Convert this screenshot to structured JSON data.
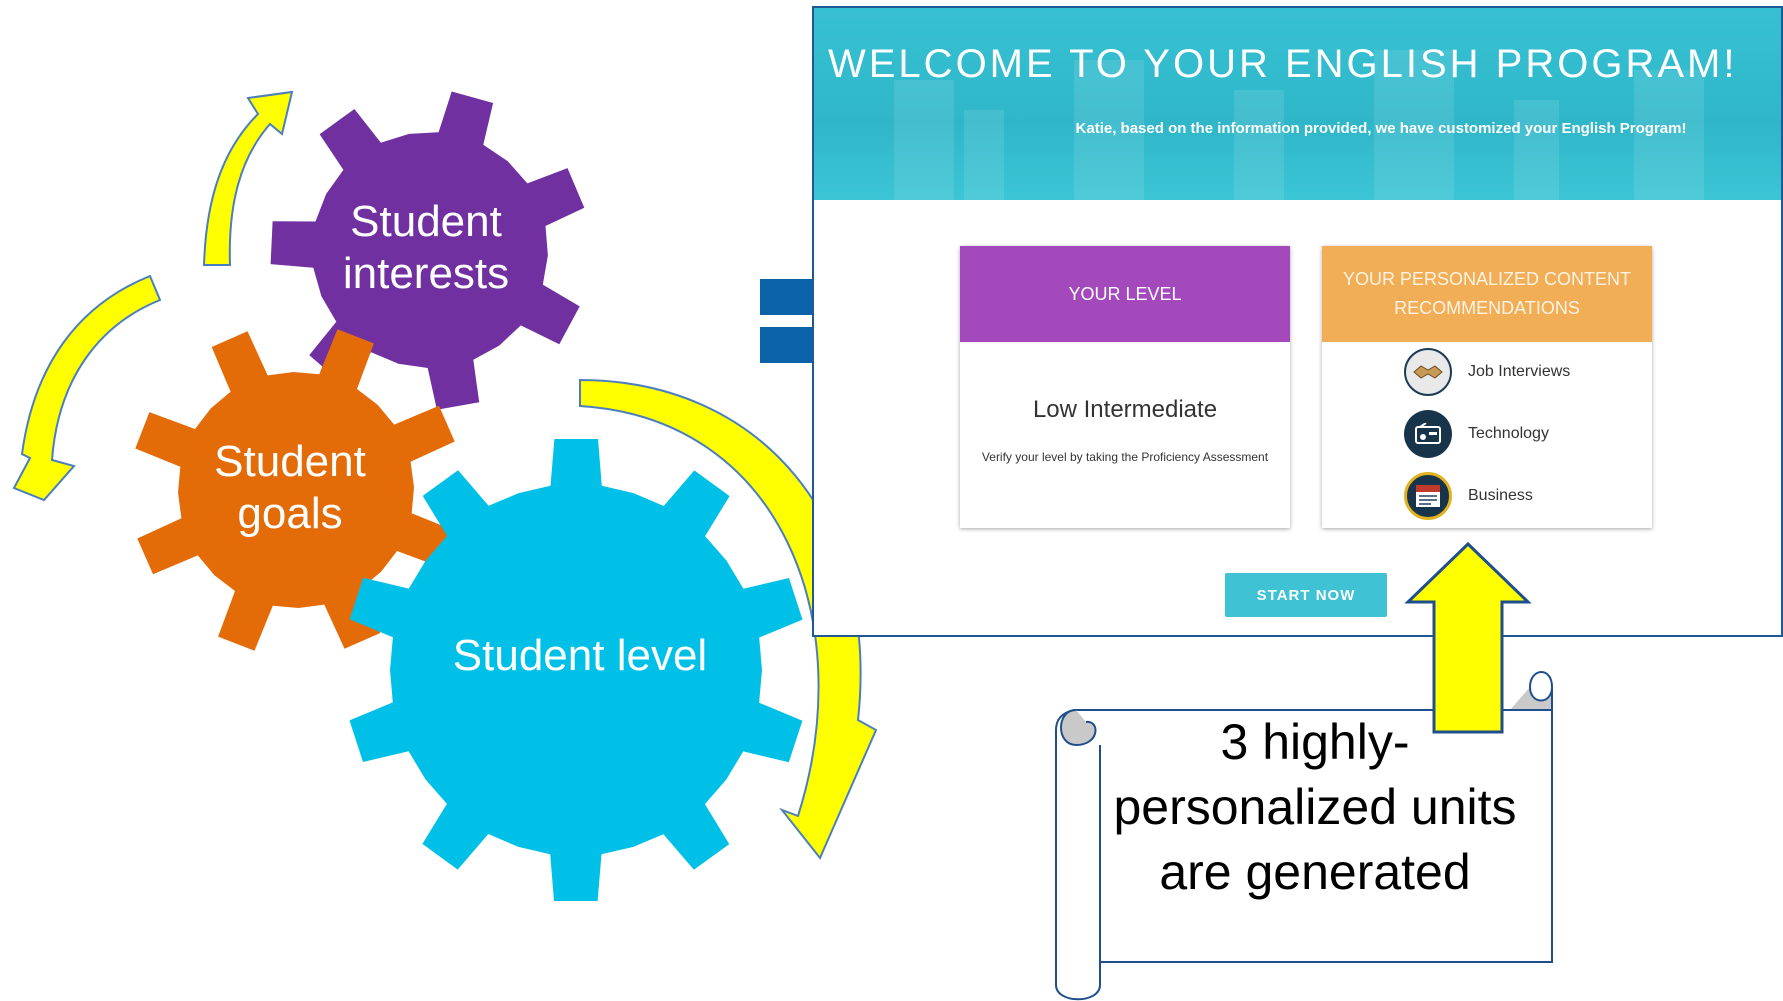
{
  "gears": {
    "interests_label": "Student interests",
    "goals_label": "Student goals",
    "level_label": "Student level"
  },
  "app": {
    "title": "WELCOME TO YOUR ENGLISH PROGRAM!",
    "subtitle": "Katie, based on the information provided, we have customized your English Program!",
    "level_card": {
      "header": "YOUR LEVEL",
      "value": "Low Intermediate",
      "note": "Verify your level by taking the Proficiency Assessment"
    },
    "recs_card": {
      "header": "YOUR PERSONALIZED CONTENT RECOMMENDATIONS",
      "items": [
        {
          "label": "Job Interviews",
          "icon": "handshake-icon"
        },
        {
          "label": "Technology",
          "icon": "radio-device-icon"
        },
        {
          "label": "Business",
          "icon": "news-icon"
        }
      ]
    },
    "start_button": "START NOW"
  },
  "callout": {
    "text": "3 highly-personalized units are generated"
  },
  "colors": {
    "interests_gear": "#7030a0",
    "goals_gear": "#e36c09",
    "level_gear": "#00c0e8",
    "cycle_arrow": "#ffff00",
    "equals": "#0c62a9",
    "banner": "#36c1d3",
    "level_header": "#a349bb",
    "recs_header": "#f2ae56"
  }
}
